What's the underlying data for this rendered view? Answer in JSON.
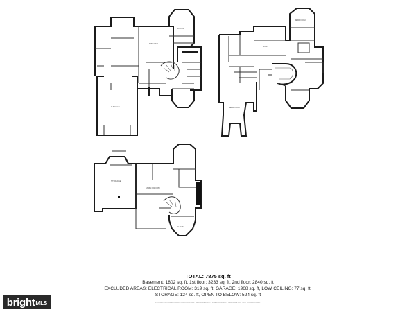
{
  "summary": {
    "total": "TOTAL: 7875 sq. ft",
    "line1": "Basement: 1802 sq. ft, 1st floor: 3233 sq. ft, 2nd floor: 2840 sq. ft",
    "line2": "EXCLUDED AREAS: ELECTRICAL ROOM: 319 sq. ft, GARAGE: 1968 sq. ft, LOW CEILING: 77 sq. ft,",
    "line3": "STORAGE: 124 sq. ft, OPEN TO BELOW: 524 sq. ft",
    "credit": "FLOOR PLAN CREATED BY CUBICASA APP. MEASUREMENTS DEEMED HIGHLY RELIABLE BUT NOT GUARANTEED."
  },
  "brand": {
    "name": "bright",
    "suffix": "MLS"
  },
  "colors": {
    "wall": "#1b1b1b",
    "brand_bg": "#2a2a2a"
  }
}
